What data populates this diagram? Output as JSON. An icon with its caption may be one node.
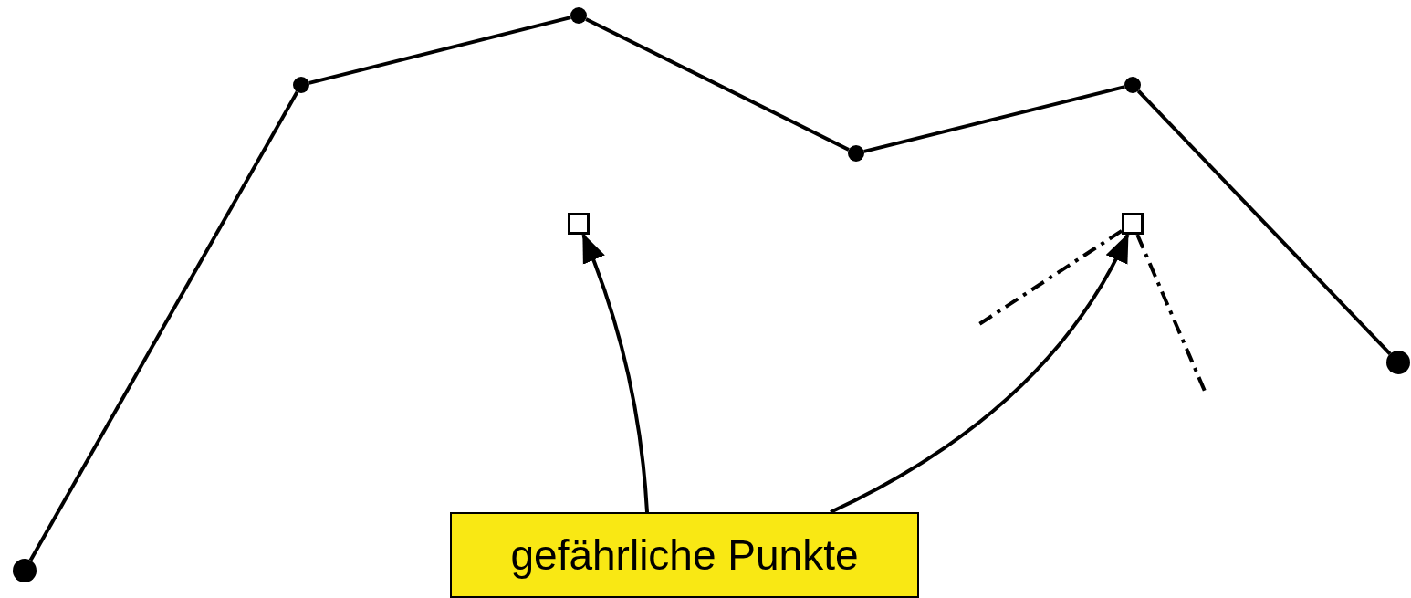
{
  "diagram": {
    "nodes": [
      {
        "text": [],
        "shape": "circle"
      },
      {
        "text": [],
        "shape": "circle"
      },
      {
        "text": [],
        "shape": "circle"
      },
      {
        "text": [],
        "shape": "circle"
      },
      {
        "text": [],
        "shape": "circle"
      },
      {
        "text": [],
        "shape": "circle"
      },
      {
        "text": [],
        "shape": "box"
      },
      {
        "text": [],
        "shape": "box"
      },
      {
        "text": [
          "gefährliche Punkte"
        ]
      }
    ],
    "edges": [
      {
        "from": 0,
        "to": 1,
        "arrow": "none"
      },
      {
        "from": 1,
        "to": 2,
        "arrow": "none"
      },
      {
        "from": 2,
        "to": 3,
        "arrow": "none"
      },
      {
        "from": 3,
        "to": 4,
        "arrow": "none"
      },
      {
        "from": 4,
        "to": 5,
        "arrow": "none"
      },
      {
        "from": 8,
        "to": 6,
        "arrow": "to"
      },
      {
        "from": 8,
        "to": 7,
        "arrow": "to"
      },
      {
        "from": 7,
        "to": null,
        "arrow": "none",
        "style": "dashed"
      },
      {
        "from": 7,
        "to": null,
        "arrow": "none",
        "style": "dashed"
      }
    ]
  }
}
